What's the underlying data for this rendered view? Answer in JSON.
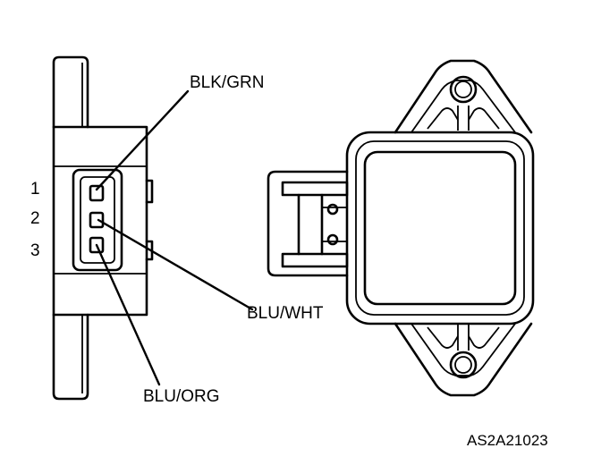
{
  "labels": {
    "wire_1": "BLK/GRN",
    "wire_2": "BLU/WHT",
    "wire_3": "BLU/ORG"
  },
  "pins": [
    "1",
    "2",
    "3"
  ],
  "figure_code": "AS2A21023"
}
